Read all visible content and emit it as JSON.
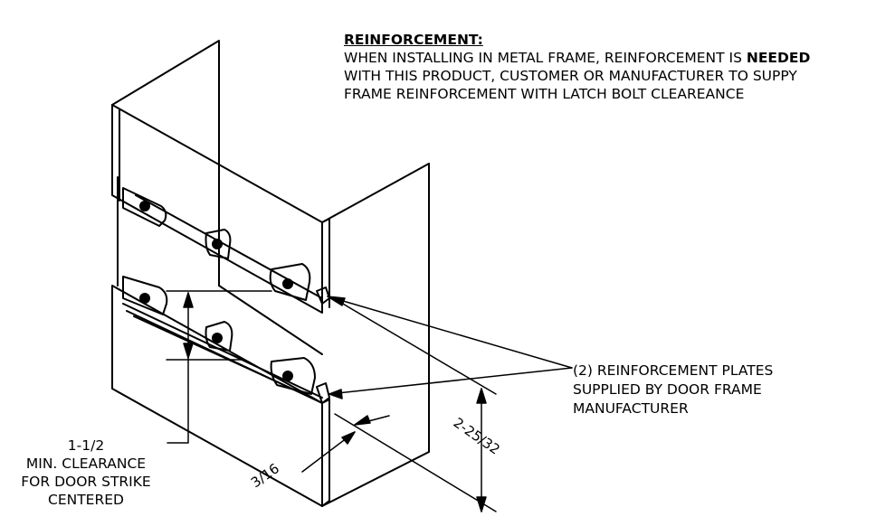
{
  "reinforcement": {
    "title": "REINFORCEMENT:",
    "line1_prefix": "WHEN INSTALLING IN METAL FRAME, REINFORCEMENT IS ",
    "line1_bold": "NEEDED",
    "line2": "WITH THIS PRODUCT, CUSTOMER OR MANUFACTURER TO SUPPY",
    "line3": "FRAME REINFORCEMENT WITH LATCH BOLT CLEAREANCE"
  },
  "plates_callout": {
    "line1": "(2) REINFORCEMENT PLATES",
    "line2": "SUPPLIED BY DOOR FRAME",
    "line3": "MANUFACTURER"
  },
  "clearance_callout": {
    "line1": "1-1/2",
    "line2": "MIN. CLEARANCE",
    "line3": "FOR DOOR STRIKE",
    "line4": "CENTERED"
  },
  "dimensions": {
    "height": "2-25/32",
    "thickness": "3/16"
  }
}
